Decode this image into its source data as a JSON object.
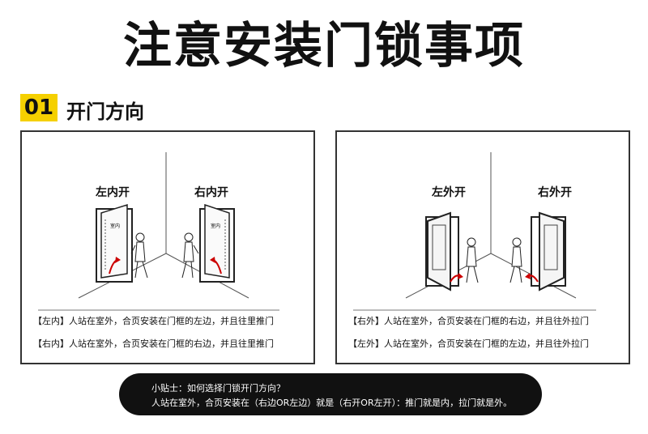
{
  "title": "注意安装门锁事项",
  "section": {
    "number": "01",
    "title": "开门方向"
  },
  "left_panel": {
    "label_a": "左内开",
    "label_b": "右内开",
    "door_tag": "室内",
    "caption_1": "【左内】人站在室外，合页安装在门框的左边，并且往里推门",
    "caption_2": "【右内】人站在室外，合页安装在门框的右边，并且往里推门"
  },
  "right_panel": {
    "label_a": "左外开",
    "label_b": "右外开",
    "caption_1": "【右外】人站在室外，合页安装在门框的右边，并且往外拉门",
    "caption_2": "【左外】人站在室外，合页安装在门框的左边，并且往外拉门"
  },
  "tip": {
    "line1": "小贴士：如何选择门锁开门方向？",
    "line2": "人站在室外，合页安装在（右边OR左边）就是（右开OR左开）：推门就是内，拉门就是外。"
  },
  "colors": {
    "badge": "#f5d000",
    "tip_bg": "#111111",
    "arrow": "#cc0000"
  }
}
